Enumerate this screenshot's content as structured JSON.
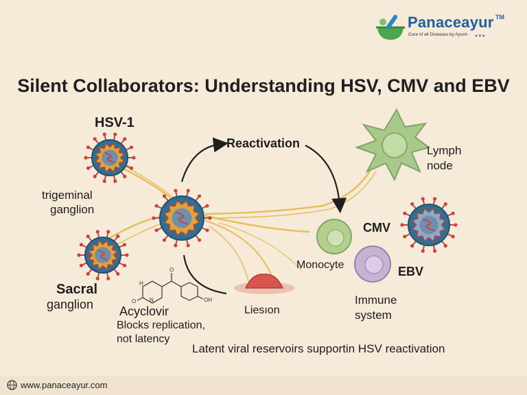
{
  "brand": {
    "name": "Panaceayur",
    "trademark": "TM",
    "tagline": "Cure of all Diseases by Ayush",
    "dots": "●●●"
  },
  "title": "Silent Collaborators: Understanding HSV, CMV and EBV",
  "labels": {
    "hsv1": "HSV-1",
    "reactivation": "Reactivation",
    "lymph_line1": "Lymph",
    "lymph_line2": "node",
    "trigeminal_line1": "trigeminal",
    "trigeminal_line2": "ganglion",
    "cmv": "CMV",
    "ebv": "EBV",
    "monocyte": "Monocyte",
    "sacral_line1": "Sacral",
    "sacral_line2": "ganglion",
    "acyclovir": "Acyclovir",
    "acyclovir_note1": "Blocks replication,",
    "acyclovir_note2": "not latency",
    "lesion": "Liesıon",
    "immune_line1": "Immune",
    "immune_line2": "system",
    "caption": "Latent viral reservoirs supportin HSV reactivation",
    "chem_h": "H",
    "chem_n": "N",
    "chem_o": "O",
    "chem_oh": "OH"
  },
  "colors": {
    "virus_shell": "#2f6f96",
    "virus_spike": "#c9433d",
    "virus_inner": "#e0a23a",
    "nerve": "#e6bf5a",
    "lymph_cell": "#a9c98a",
    "monocyte": "#b3d08f",
    "immune_cell": "#c7b2d3",
    "lesion": "#d9534f",
    "brand_blue": "#1e5f9e",
    "brand_green": "#4ea54b"
  },
  "footer": {
    "url": "www.panaceayur.com"
  }
}
